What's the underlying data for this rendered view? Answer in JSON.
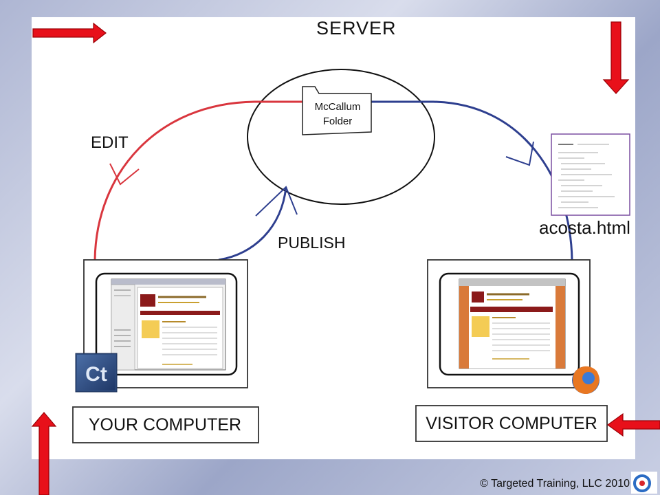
{
  "diagram": {
    "server_label": "SERVER",
    "folder_label_line1": "McCallum",
    "folder_label_line2": "Folder",
    "edit_label": "EDIT",
    "publish_label": "PUBLISH",
    "file_label": "acosta.html",
    "your_computer_label": "YOUR COMPUTER",
    "visitor_computer_label": "VISITOR  COMPUTER",
    "app_icon_text": "Ct",
    "colors": {
      "edit_line": "#d9363e",
      "publish_line": "#2e3f8f",
      "arrow_red": "#e8101a",
      "panel_bg": "#ffffff"
    }
  },
  "footer": {
    "copyright": "© Targeted Training, LLC 2010"
  }
}
